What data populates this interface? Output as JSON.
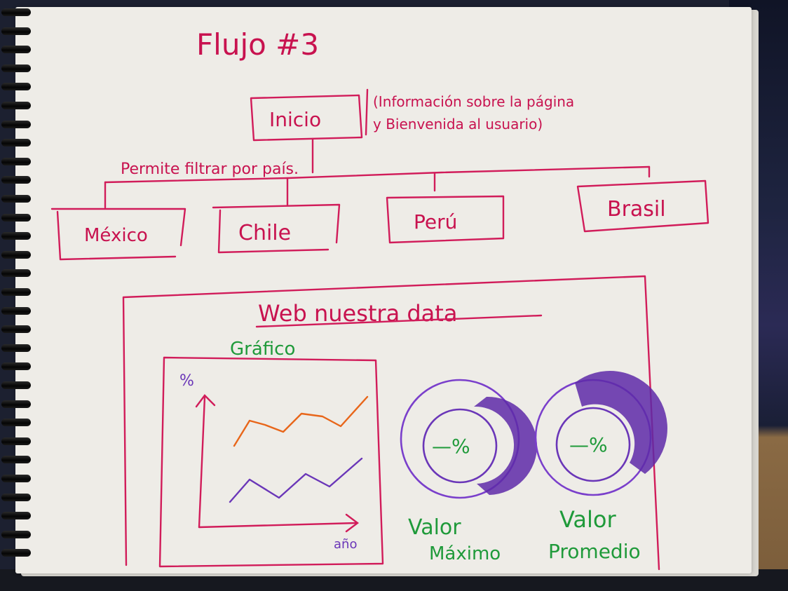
{
  "title": "Flujo #3",
  "root": {
    "label": "Inicio",
    "note_line1": "(Información sobre la página",
    "note_line2": "y Bienvenida al usuario)"
  },
  "filter_note": "Permite filtrar por país.",
  "countries": [
    "México",
    "Chile",
    "Perú",
    "Brasil"
  ],
  "web_panel": {
    "title": "Web nuestra data",
    "chart_label": "Gráfico",
    "y_axis_label": "%",
    "x_axis_label": "año",
    "gauge_max": {
      "value": "—%",
      "label_line1": "Valor",
      "label_line2": "Máximo"
    },
    "gauge_avg": {
      "value": "—%",
      "label_line1": "Valor",
      "label_line2": "Promedio"
    }
  },
  "colors": {
    "ink_pink": "#d11c5a",
    "ink_green": "#1f9a3a",
    "ink_purple": "#6a36b8",
    "ink_orange": "#e8661a"
  }
}
